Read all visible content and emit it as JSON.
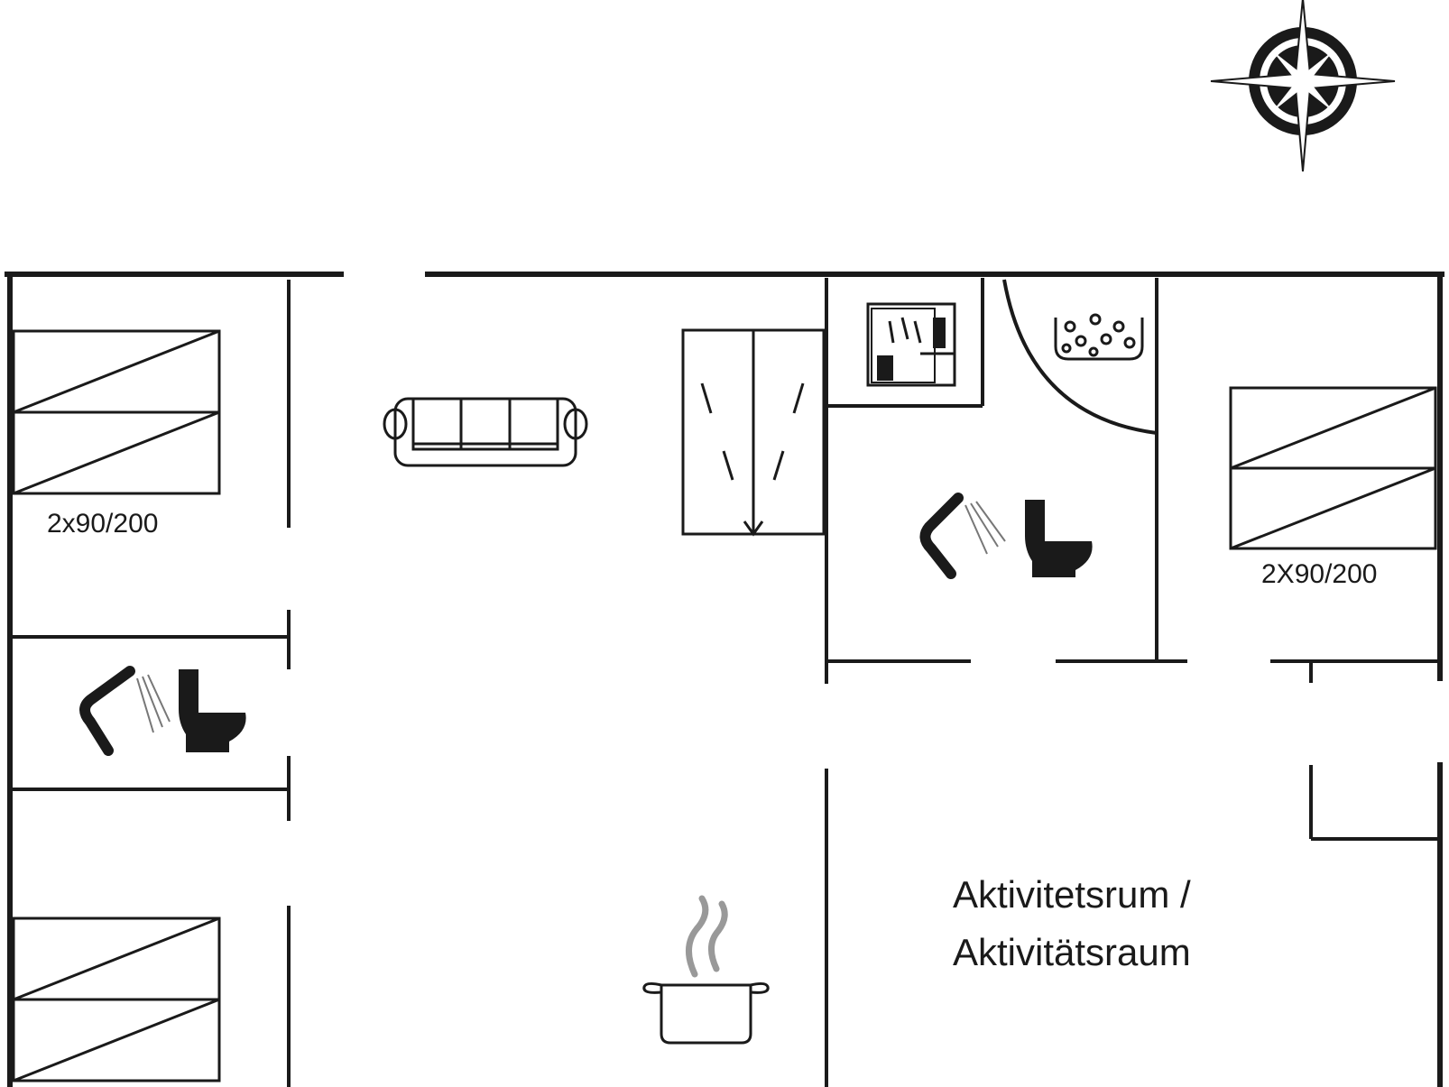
{
  "floorplan": {
    "beds": {
      "top_left": "2x90/200",
      "right": "2X90/200"
    },
    "rooms": {
      "activity_line1": "Aktivitetsrum /",
      "activity_line2": "Aktivitätsraum"
    },
    "icons": [
      "compass-rose-icon",
      "bed-icon",
      "sofa-icon",
      "wardrobe-icon",
      "sauna-icon",
      "jacuzzi-icon",
      "shower-icon",
      "toilet-icon",
      "cooking-pot-icon"
    ],
    "colors": {
      "line": "#1a1a1a",
      "background": "#ffffff"
    }
  }
}
